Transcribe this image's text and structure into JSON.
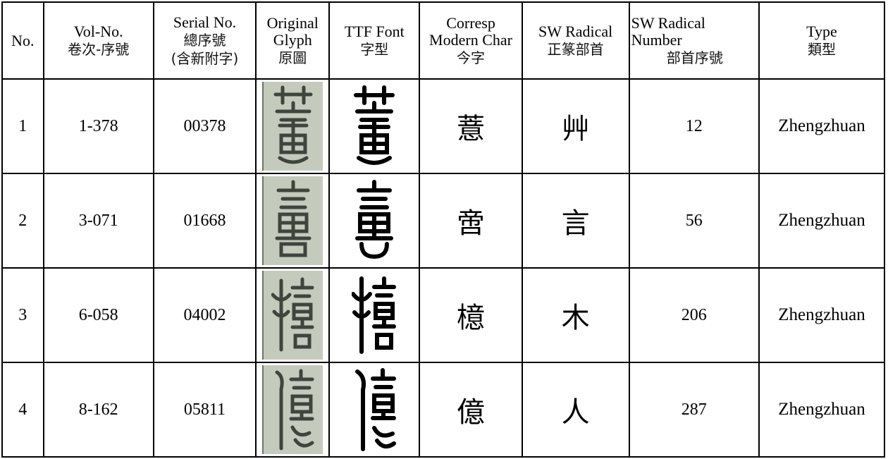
{
  "headers": {
    "no": {
      "en": "No."
    },
    "vol": {
      "en": "Vol-No.",
      "zh": "卷次-序號"
    },
    "serial": {
      "en": "Serial No.",
      "zh1": "總序號",
      "zh2": "(含新附字)"
    },
    "original": {
      "en1": "Original",
      "en2": "Glyph",
      "zh": "原圖"
    },
    "ttf": {
      "en": "TTF Font",
      "zh": "字型"
    },
    "modern": {
      "en1": "Corresp",
      "en2": "Modern Char",
      "zh": "今字"
    },
    "radical": {
      "en": "SW Radical",
      "zh": "正篆部首"
    },
    "radnum": {
      "en1": "SW Radical",
      "en2": "Number",
      "zh": "部首序號"
    },
    "type": {
      "en": "Type",
      "zh": "類型"
    }
  },
  "rows": [
    {
      "no": "1",
      "vol": "1-378",
      "serial": "00378",
      "modern": "薏",
      "radical": "艸",
      "radnum": "12",
      "type": "Zhengzhuan",
      "glyph_icon": "seal-script-yi-grass"
    },
    {
      "no": "2",
      "vol": "3-071",
      "serial": "01668",
      "modern": "啻",
      "radical": "言",
      "radnum": "56",
      "type": "Zhengzhuan",
      "glyph_icon": "seal-script-yi-speech"
    },
    {
      "no": "3",
      "vol": "6-058",
      "serial": "04002",
      "modern": "檍",
      "radical": "木",
      "radnum": "206",
      "type": "Zhengzhuan",
      "glyph_icon": "seal-script-yi-tree"
    },
    {
      "no": "4",
      "vol": "8-162",
      "serial": "05811",
      "modern": "億",
      "radical": "人",
      "radnum": "287",
      "type": "Zhengzhuan",
      "glyph_icon": "seal-script-yi-person"
    }
  ],
  "colors": {
    "scan_background": "#c4cbbd",
    "scan_ink": "#3f453c",
    "font_ink": "#000000"
  }
}
